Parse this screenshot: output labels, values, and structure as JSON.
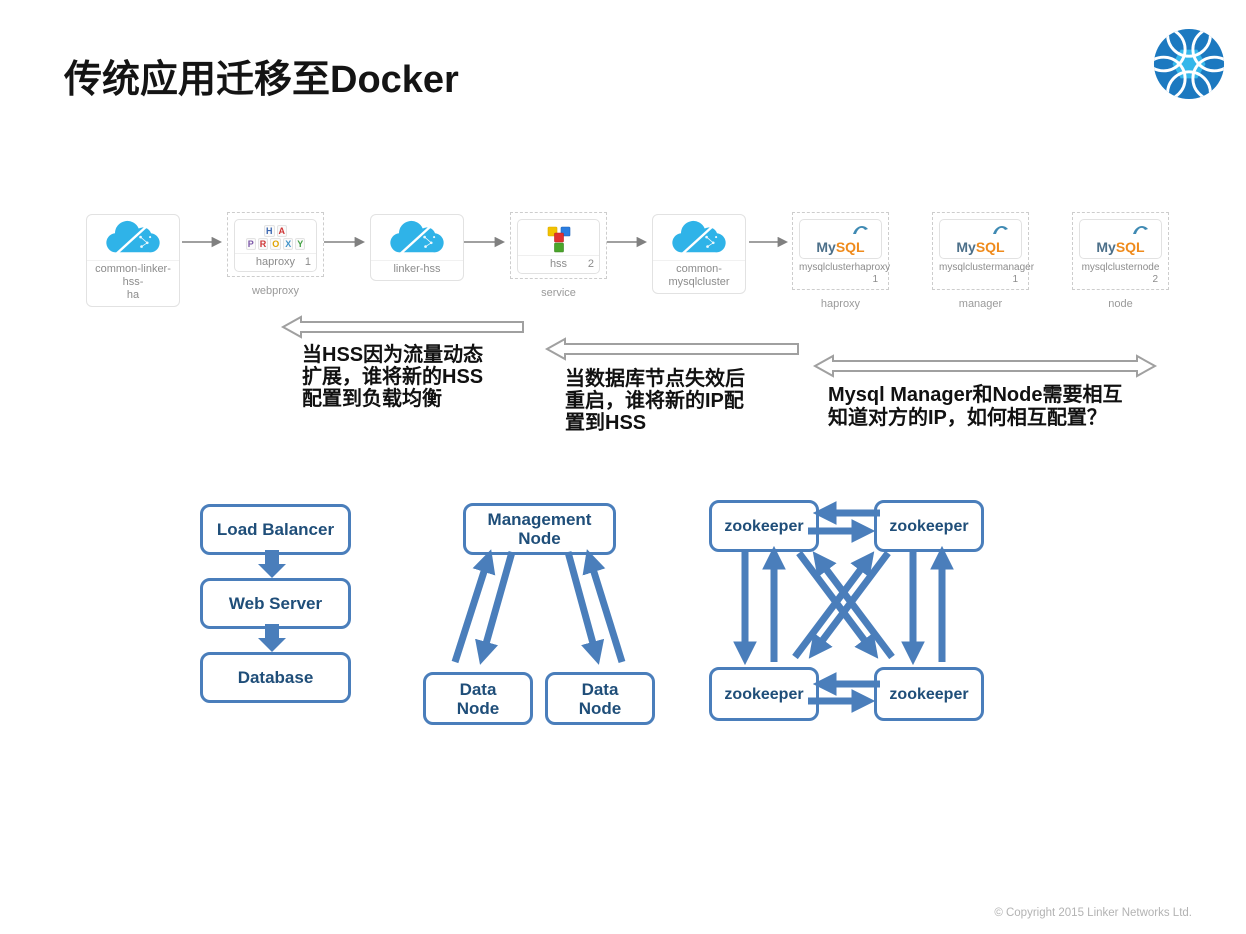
{
  "slide": {
    "title": "传统应用迁移至Docker",
    "copyright": "© Copyright 2015 Linker Networks Ltd."
  },
  "services": {
    "nodes": [
      {
        "type": "cloud",
        "label_lines": [
          "common-linker-hss-",
          "ha"
        ]
      },
      {
        "type": "group",
        "group": "webproxy",
        "name": "haproxy",
        "count": "1"
      },
      {
        "type": "cloud",
        "label_lines": [
          "linker-hss",
          ""
        ]
      },
      {
        "type": "group",
        "group": "service",
        "name": "hss",
        "count": "2"
      },
      {
        "type": "cloud",
        "label_lines": [
          "common-",
          "mysqlcluster"
        ]
      },
      {
        "type": "mysql-group",
        "group": "haproxy",
        "name": "mysqlclusterhaproxy",
        "count": "1"
      },
      {
        "type": "mysql-group",
        "group": "manager",
        "name": "mysqlclustermanager",
        "count": "1"
      },
      {
        "type": "mysql-group",
        "group": "node",
        "name": "mysqlclusternode",
        "count": "2"
      }
    ],
    "haproxy_logo": {
      "letters": [
        "H",
        "A",
        "P",
        "R",
        "O",
        "X",
        "Y"
      ]
    },
    "mysql_logo": {
      "my": "My",
      "sql": "SQL"
    }
  },
  "annotations": {
    "q1": "当HSS因为流量动态\n扩展，谁将新的HSS\n配置到负载均衡",
    "q2": "当数据库节点失效后\n重启，谁将新的IP配\n置到HSS",
    "q3": "Mysql Manager和Node需要相互\n知道对方的IP，如何相互配置？"
  },
  "diagrams": {
    "stack": {
      "boxes": [
        "Load Balancer",
        "Web Server",
        "Database"
      ]
    },
    "cluster": {
      "management": "Management\nNode",
      "data1": "Data\nNode",
      "data2": "Data\nNode"
    },
    "zookeeper": {
      "nodes": [
        "zookeeper",
        "zookeeper",
        "zookeeper",
        "zookeeper"
      ]
    }
  },
  "colors": {
    "accent_blue": "#4a7ebb",
    "box_text_blue": "#1f4e79",
    "cloud_blue": "#2fb3e8",
    "mysql_orange": "#ef8b1c",
    "gray_arrow": "#808080",
    "logo_dark_blue": "#1c79c0",
    "logo_light_blue": "#35b7ea"
  }
}
